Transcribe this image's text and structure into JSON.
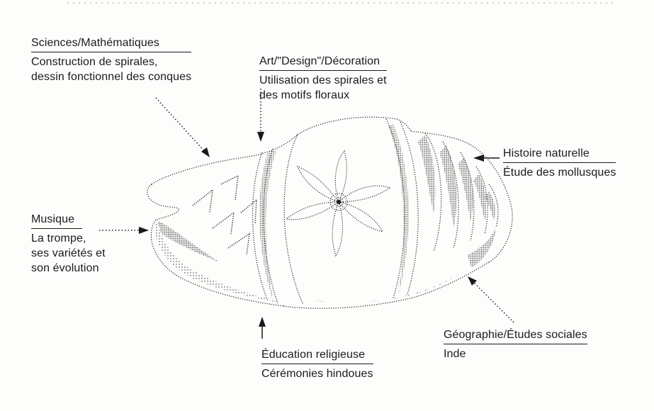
{
  "diagram": {
    "labels": {
      "sciences": {
        "heading": "Sciences/Mathématiques",
        "lines": [
          "Construction de spirales,",
          "dessin fonctionnel des conques"
        ]
      },
      "art": {
        "heading": "Art/\"Design\"/Décoration",
        "lines": [
          "Utilisation des spirales et",
          "des motifs floraux"
        ]
      },
      "histoire": {
        "heading": "Histoire naturelle",
        "lines": [
          "Étude des mollusques"
        ]
      },
      "musique": {
        "heading": "Musique",
        "lines": [
          "La trompe,",
          "ses variétés et",
          "son évolution"
        ]
      },
      "geographie": {
        "heading": "Géographie/Études sociales",
        "lines": [
          "Inde"
        ]
      },
      "religion": {
        "heading": "Éducation religieuse",
        "lines": [
          "Cérémonies hindoues"
        ]
      }
    },
    "colors": {
      "ink": "#1a1a1a",
      "paper": "#fdfdfb"
    },
    "illustration": "conch-shell"
  }
}
